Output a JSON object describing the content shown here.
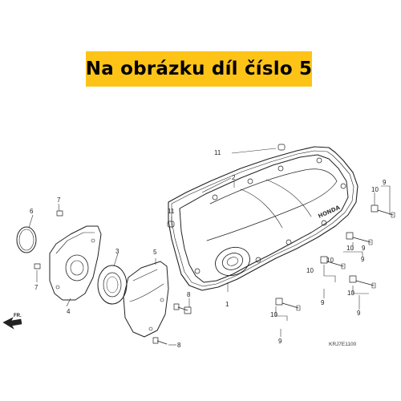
{
  "banner": {
    "text": "Na obrázku díl číslo 5",
    "color": "#fdc417"
  },
  "diagram": {
    "direction_label": "FR.",
    "drawing_code": "KRJ7E1100",
    "brand_mark": "HONDA",
    "callouts": {
      "p1": "1",
      "p2": "2",
      "p3": "3",
      "p4": "4",
      "p5": "5",
      "p6": "6",
      "p7a": "7",
      "p7b": "7",
      "p8a": "8",
      "p8b": "8",
      "p11a": "11",
      "p11b": "11",
      "b1_10": "10",
      "b1_9": "9",
      "b2_10": "10",
      "b2_9": "9",
      "b3_10": "10",
      "b3_9": "9",
      "b4_10": "10",
      "b4_9": "9",
      "b5_10": "10",
      "b5_9": "9",
      "b6_10": "10",
      "b6_9": "9"
    }
  }
}
